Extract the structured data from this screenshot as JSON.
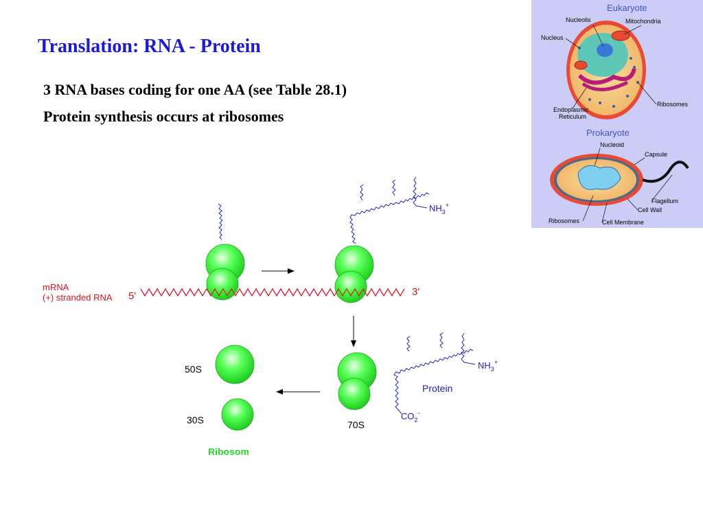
{
  "slide": {
    "title": "Translation: RNA - Protein",
    "bullets": [
      "3 RNA bases coding for one AA (see Table 28.1)",
      "Protein synthesis occurs at ribosomes"
    ]
  },
  "diagram": {
    "mrna_label_1": "mRNA",
    "mrna_label_2": "(+) stranded RNA",
    "five_prime": "5'",
    "three_prime": "3'",
    "nh3": "NH",
    "nh3_sub": "3",
    "nh3_sup": "+",
    "co2": "CO",
    "co2_sub": "2",
    "co2_sup": "-",
    "protein": "Protein",
    "s50": "50S",
    "s30": "30S",
    "s70": "70S",
    "ribosom": "Ribosom"
  },
  "cells": {
    "eukaryote": "Eukaryote",
    "nucleolis": "Nucleolis",
    "mitochondria": "Mitochondria",
    "nucleus": "Nucleus",
    "ribosomes": "Ribosomes",
    "er1": "Endoplasmic",
    "er2": "Reticulum",
    "prokaryote": "Prokaryote",
    "nucleoid": "Nucleoid",
    "capsule": "Capsule",
    "flagellum": "Flagellum",
    "cellwall": "Cell Wall",
    "ribosomes2": "Ribosomes",
    "cellmembrane": "Cell Membrane"
  },
  "colors": {
    "title": "#1a1adb",
    "mrna": "#e0121a",
    "protein_chain": "#2020c8",
    "ribosome": "#22ee22",
    "ribosom_label": "#22dd22",
    "panel_bg": "#cbcdf7"
  }
}
